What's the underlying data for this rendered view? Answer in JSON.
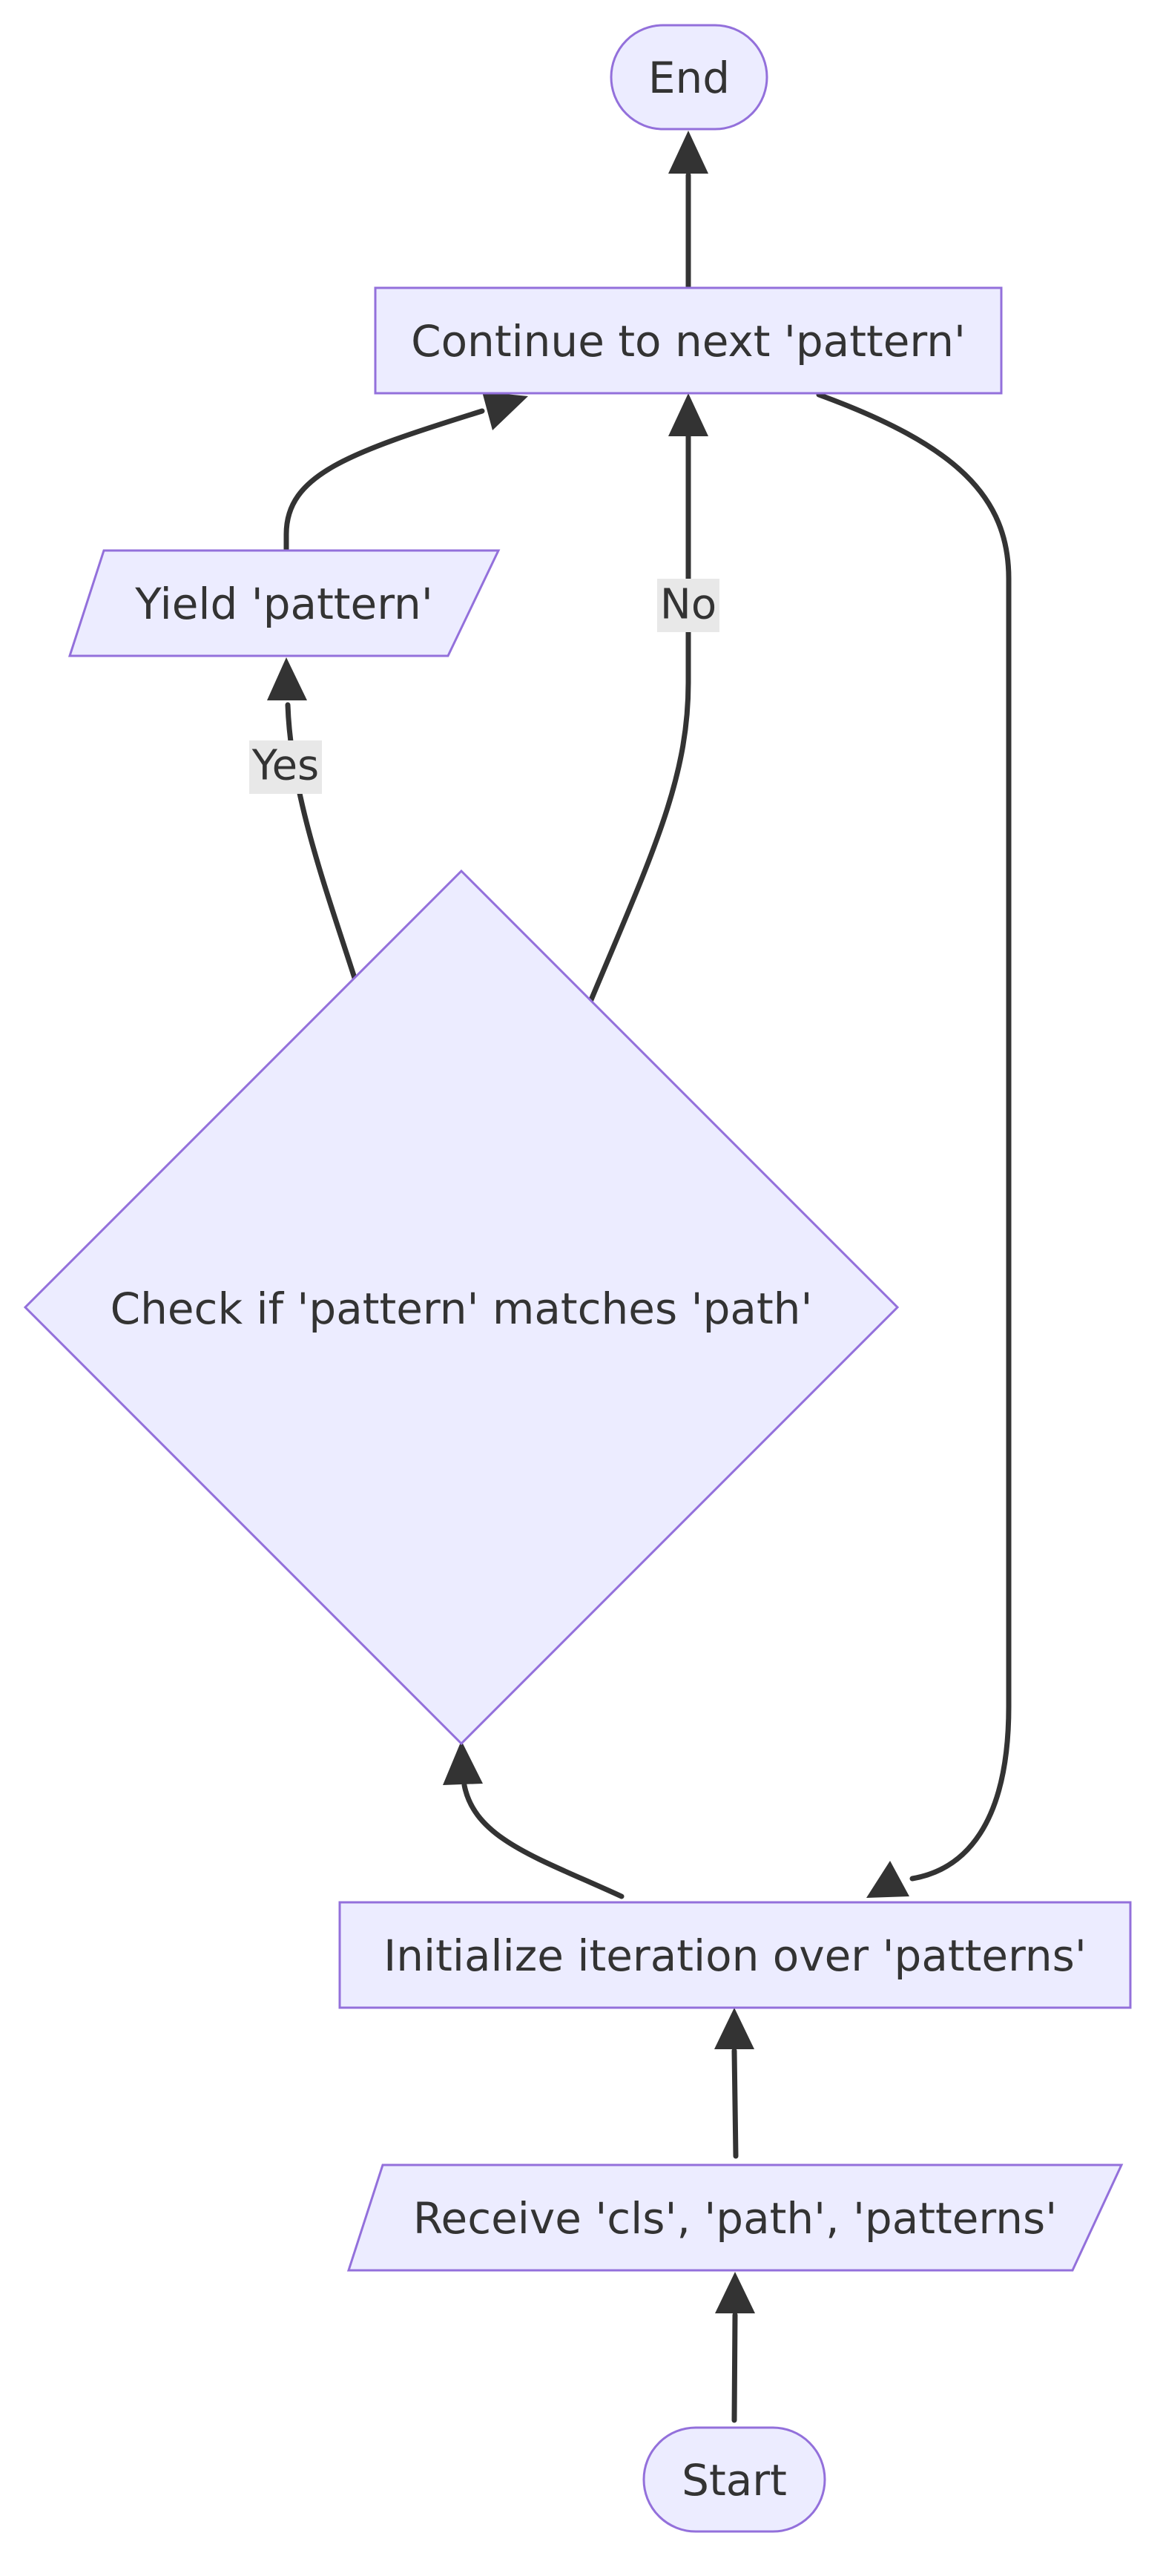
{
  "nodes": {
    "end": "End",
    "continue_next": "Continue to next 'pattern'",
    "yield_pattern": "Yield 'pattern'",
    "check_match": "Check if 'pattern' matches 'path'",
    "init_iteration": "Initialize iteration over 'patterns'",
    "receive_inputs": "Receive 'cls', 'path', 'patterns'",
    "start": "Start"
  },
  "edges": {
    "yes_label": "Yes",
    "no_label": "No"
  },
  "colors": {
    "node_fill": "#ECECFF",
    "node_stroke": "#9370DB",
    "edge": "#333333",
    "label_bg": "#E8E8E8"
  }
}
